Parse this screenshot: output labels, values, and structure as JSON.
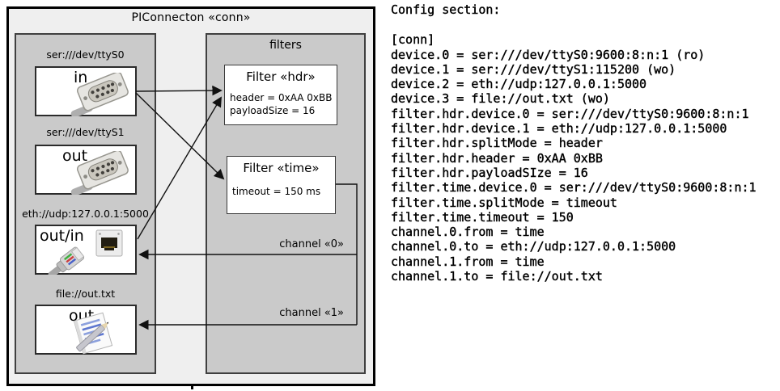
{
  "diagram": {
    "title": "PIConnecton «conn»",
    "devices": [
      {
        "label": "ser:///dev/ttyS0",
        "io": "in",
        "icon": "serial-port-icon"
      },
      {
        "label": "ser:///dev/ttyS1",
        "io": "out",
        "icon": "serial-port-icon"
      },
      {
        "label": "eth://udp:127.0.0.1:5000",
        "io": "out/in",
        "icon": "ethernet-icon"
      },
      {
        "label": "file://out.txt",
        "io": "out",
        "icon": "notepad-icon"
      }
    ],
    "filters": {
      "label": "filters",
      "items": [
        {
          "title": "Filter «hdr»",
          "attrs": [
            "header = 0xAA 0xBB",
            "payloadSize = 16"
          ]
        },
        {
          "title": "Filter «time»",
          "attrs": [
            "timeout = 150 ms"
          ]
        }
      ]
    },
    "channels": [
      {
        "label": "channel «0»"
      },
      {
        "label": "channel «1»"
      }
    ]
  },
  "config": {
    "heading": "Config section:",
    "lines": [
      "[conn]",
      "device.0 = ser:///dev/ttyS0:9600:8:n:1 (ro)",
      "device.1 = ser:///dev/ttyS1:115200 (wo)",
      "device.2 = eth://udp:127.0.0.1:5000",
      "device.3 = file://out.txt (wo)",
      "filter.hdr.device.0 = ser:///dev/ttyS0:9600:8:n:1",
      "filter.hdr.device.1 = eth://udp:127.0.0.1:5000",
      "filter.hdr.splitMode = header",
      "filter.hdr.header = 0xAA 0xBB",
      "filter.hdr.payloadSIze = 16",
      "filter.time.device.0 = ser:///dev/ttyS0:9600:8:n:1",
      "filter.time.splitMode = timeout",
      "filter.time.timeout = 150",
      "channel.0.from = time",
      "channel.0.to = eth://udp:127.0.0.1:5000",
      "channel.1.from = time",
      "channel.1.to = file://out.txt"
    ]
  },
  "colors": {
    "diagram_bg": "#efefef",
    "compartment_bg": "#cacaca",
    "box_bg": "#ffffff",
    "line_color": "#111111"
  }
}
